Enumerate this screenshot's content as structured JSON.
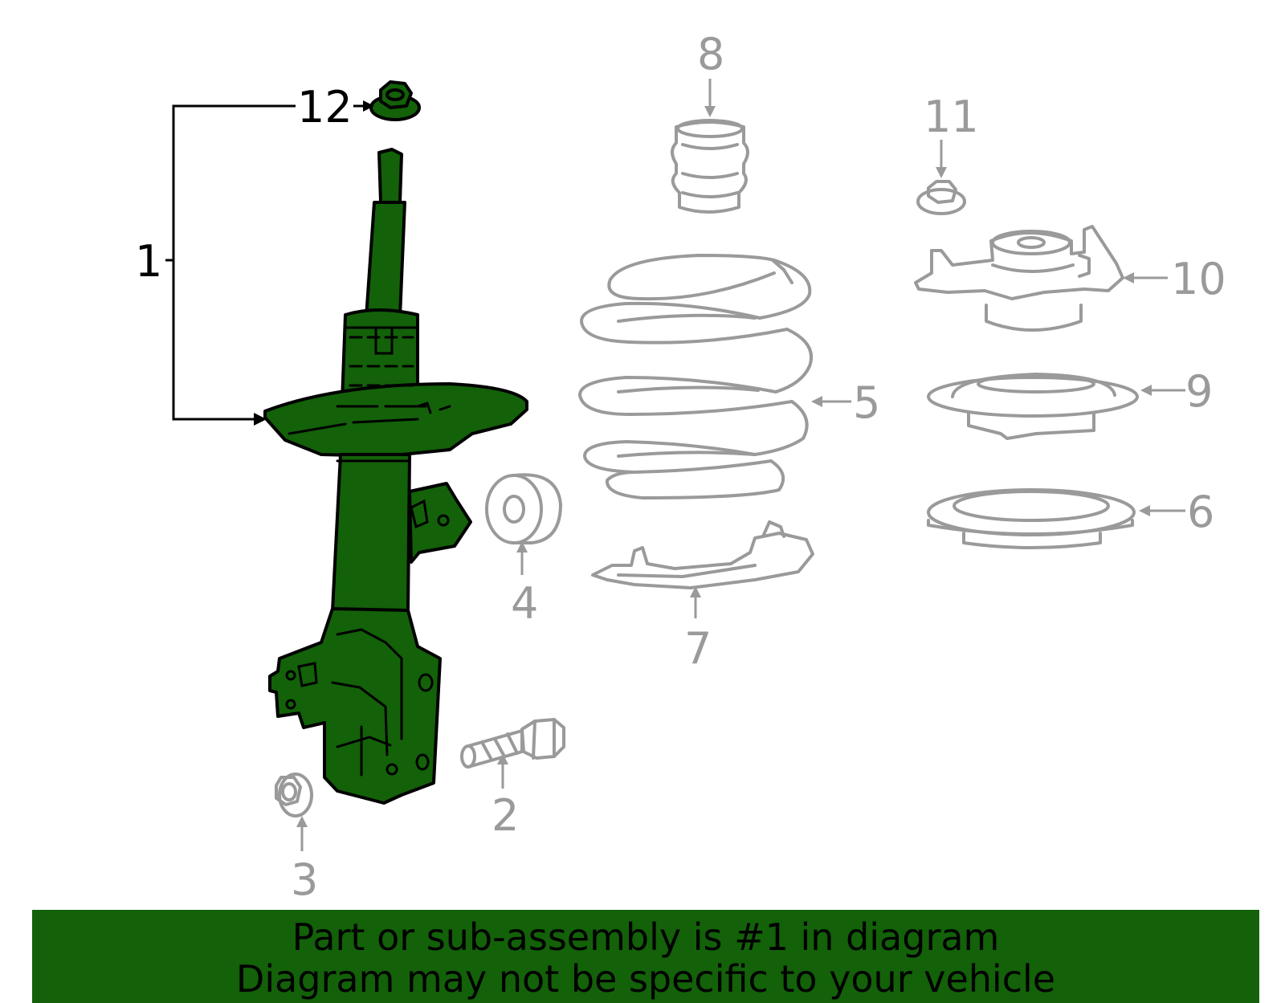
{
  "colors": {
    "highlight": "#136109",
    "muted_outline": "#9a9a9a",
    "active_outline": "#000000",
    "banner_background": "#136109"
  },
  "callouts": {
    "c1": "1",
    "c2": "2",
    "c3": "3",
    "c4": "4",
    "c5": "5",
    "c6": "6",
    "c7": "7",
    "c8": "8",
    "c9": "9",
    "c10": "10",
    "c11": "11",
    "c12": "12"
  },
  "banner": {
    "line1": "Part or sub-assembly is #1 in diagram",
    "line2": "Diagram may not be specific to your vehicle"
  }
}
